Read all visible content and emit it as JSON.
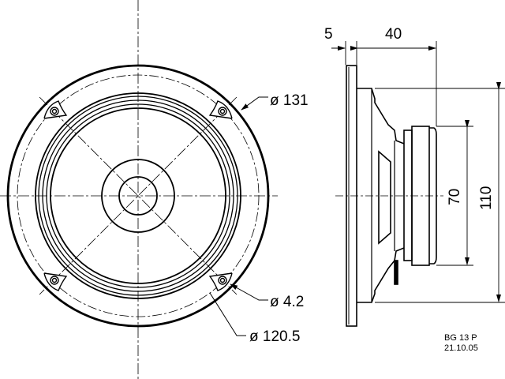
{
  "front_view": {
    "outer_diameter_label": "ø 131",
    "hole_diameter_label": "ø 4.2",
    "mounting_circle_label": "ø 120.5"
  },
  "side_view": {
    "flange_thickness_label": "5",
    "depth_label": "40",
    "magnet_diameter_label": "70",
    "basket_diameter_label": "110"
  },
  "title_block": {
    "model": "BG 13 P",
    "date": "21.10.05"
  }
}
